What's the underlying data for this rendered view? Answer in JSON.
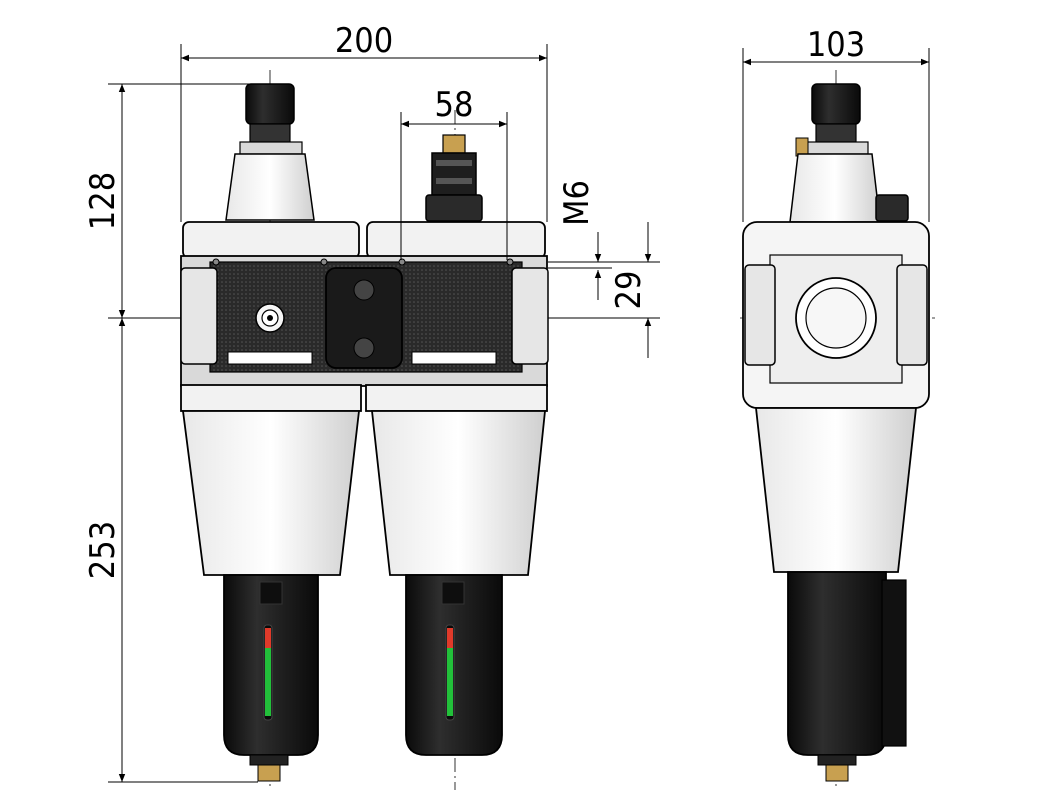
{
  "drawing": {
    "dimensions": {
      "overall_width": "200",
      "gauge_port_spacing": "58",
      "side_depth": "103",
      "upper_height": "128",
      "lower_height": "253",
      "mount_thread": "M6",
      "mount_spacing": "29"
    },
    "colors": {
      "body_light": "#f2f2f2",
      "body_mid": "#d9d9d9",
      "bowl_black": "#1a1a1a",
      "panel_dark": "#2b2b2b",
      "sight_green": "#22c03a",
      "sight_red": "#e03a2a",
      "brass": "#c8a050",
      "line": "#000000"
    }
  }
}
